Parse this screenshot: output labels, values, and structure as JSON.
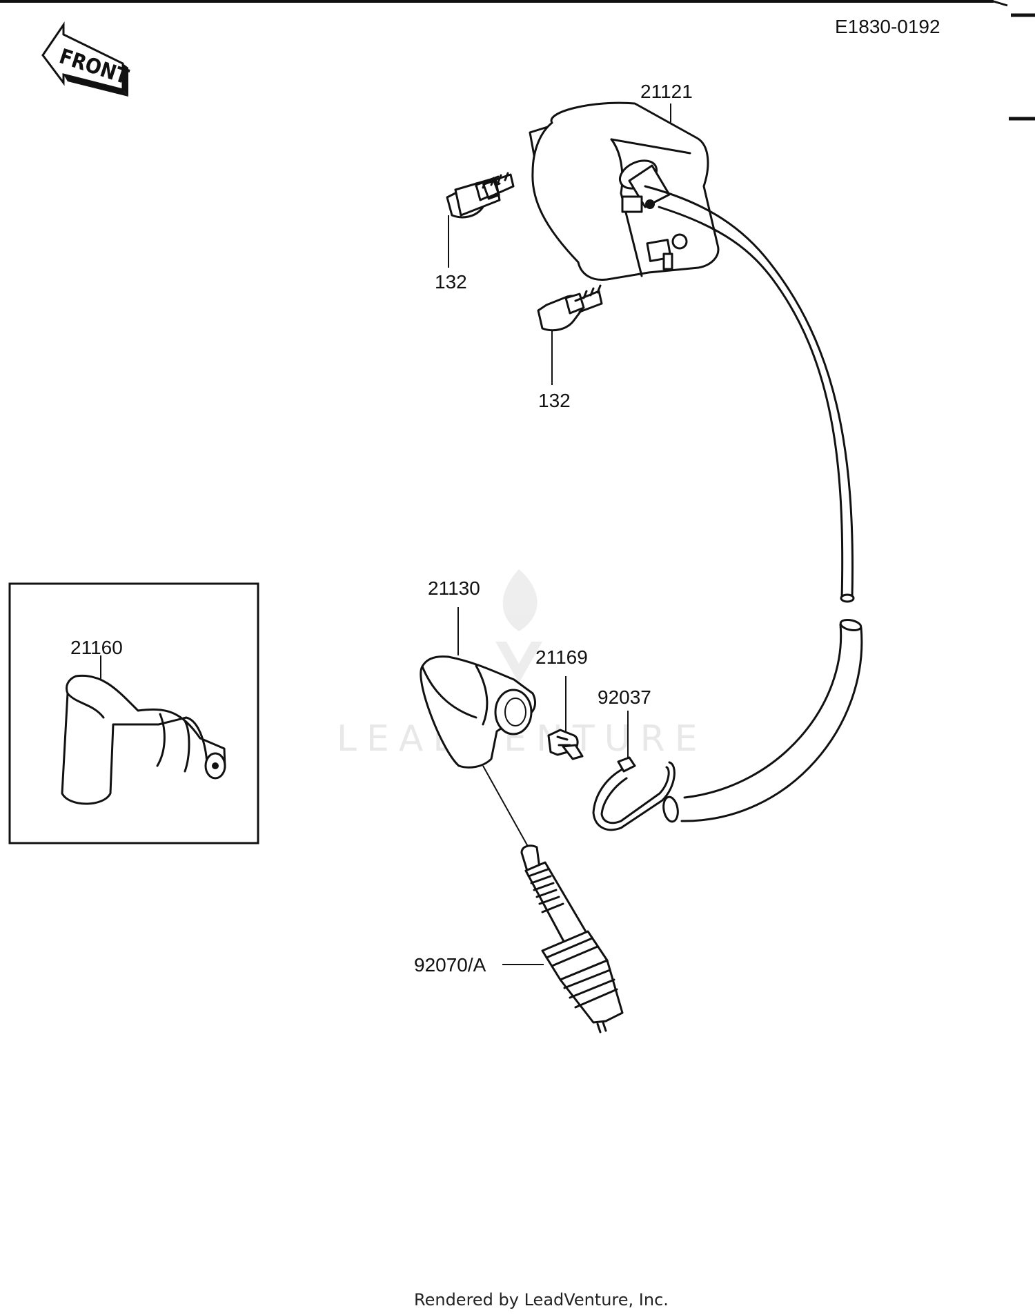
{
  "diagram_code": "E1830-0192",
  "front_label": "FRONT",
  "watermark": "LEADVENTURE",
  "footer": "Rendered by LeadVenture, Inc.",
  "parts": {
    "ignition_coil": "21121",
    "bolt_upper": "132",
    "bolt_lower": "132",
    "plug_cap": "21130",
    "plug_cap_alt": "21160",
    "cap_clip": "21169",
    "band": "92037",
    "spark_plug": "92070/A"
  }
}
